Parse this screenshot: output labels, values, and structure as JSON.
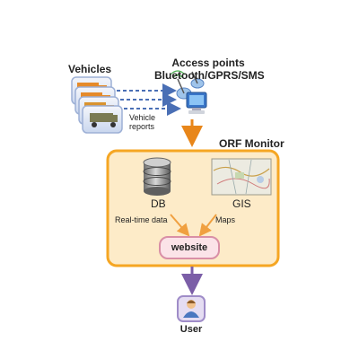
{
  "labels": {
    "vehicles": "Vehicles",
    "access_points_line1": "Access points",
    "access_points_line2": "Bluetooth/GPRS/SMS",
    "vehicle_reports_line1": "Vehicle",
    "vehicle_reports_line2": "reports",
    "orf_monitor": "ORF Monitor",
    "db": "DB",
    "gis": "GIS",
    "realtime_data": "Real-time data",
    "maps": "Maps",
    "website": "website",
    "user": "User"
  },
  "colors": {
    "orange": "#f5a623",
    "orange_fill": "#fdebc8",
    "arrow_orange": "#e8861a",
    "arrow_purple": "#7b5ea7",
    "dash_blue": "#4a6fb5",
    "website_fill": "#fbe3e8",
    "website_border": "#d98fa6",
    "user_fill": "#e5ddf2"
  },
  "icons": [
    "truck-icon",
    "antenna-icon",
    "monitor-icon",
    "database-icon",
    "map-icon",
    "user-icon"
  ]
}
